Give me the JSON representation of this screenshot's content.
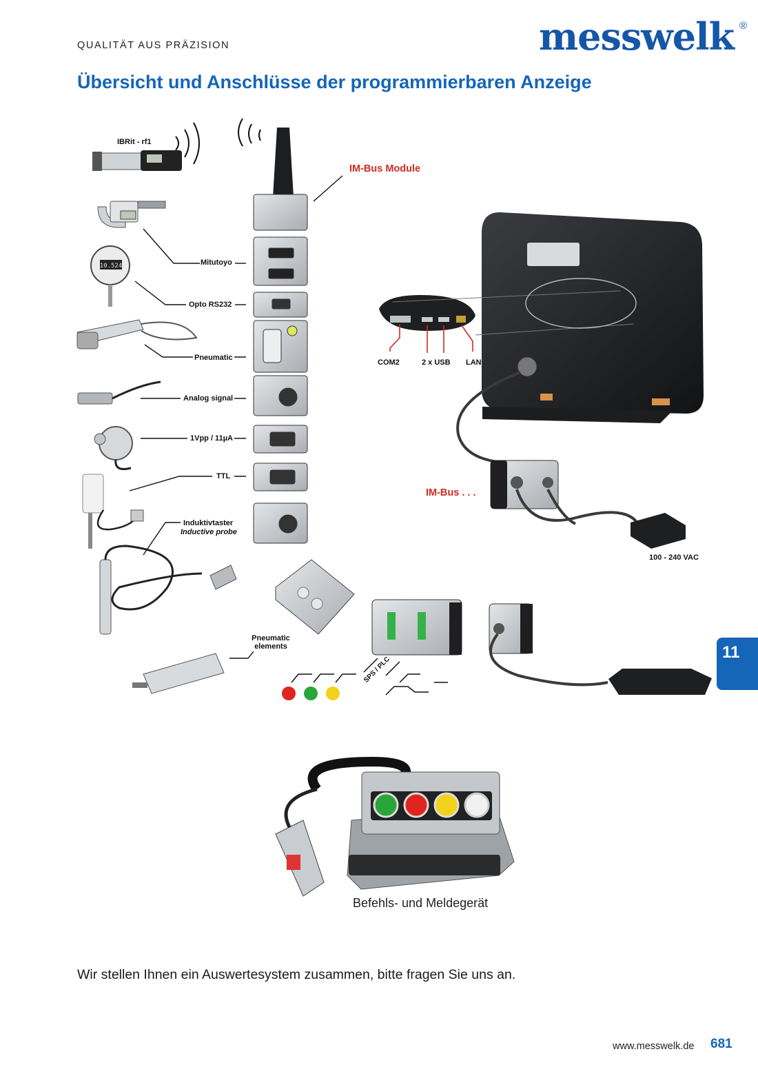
{
  "header": {
    "tagline": "QUALITÄT AUS PRÄZISION",
    "logo": "messwelk",
    "logo_mark": "®"
  },
  "title": "Übersicht und Anschlüsse der programmierbaren Anzeige",
  "diagram": {
    "labels": {
      "ibrit": "IBRit - rf1",
      "imbus_module": "IM-Bus Module",
      "mitutoyo": "Mitutoyo",
      "opto": "Opto RS232",
      "pneumatic": "Pneumatic",
      "analog": "Analog signal",
      "vpp": "1Vpp / 11µA",
      "ttl": "TTL",
      "induktiv": "Induktivtaster",
      "inductive": "Inductive probe",
      "pneu_elements_1": "Pneumatic",
      "pneu_elements_2": "elements",
      "com2": "COM2",
      "usb": "2 x USB",
      "lan": "LAN",
      "imbus": "IM-Bus . . .",
      "vac": "100 - 240 VAC",
      "sps": "SPS / PLC"
    },
    "device_readout": "10.524"
  },
  "chapter_tab": "11",
  "caption": "Befehls- und Meldegerät",
  "body_text": "Wir stellen Ihnen ein Auswertesystem zusammen, bitte fragen Sie uns an.",
  "footer": {
    "url": "www.messwelk.de",
    "page": "681"
  },
  "colors": {
    "brand": "#1565b8",
    "accent_red": "#d42a20",
    "lamp_red": "#e0251f",
    "lamp_green": "#2aa53a",
    "lamp_yellow": "#f2d21b"
  }
}
